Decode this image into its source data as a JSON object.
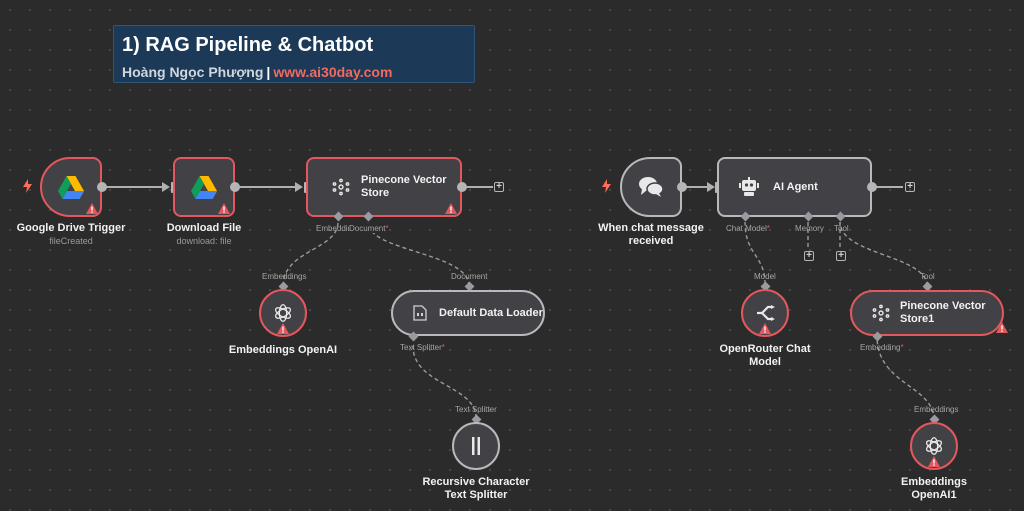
{
  "sticky": {
    "title": "1) RAG Pipeline & Chatbot",
    "author": "Hoàng Ngọc Phượng",
    "separator": "|",
    "website": "www.ai30day.com"
  },
  "nodes": {
    "google_drive_trigger": {
      "title": "Google Drive Trigger",
      "subtitle": "fileCreated",
      "icon": "google-drive-icon"
    },
    "download_file": {
      "title": "Download File",
      "subtitle": "download: file",
      "icon": "google-drive-icon"
    },
    "pinecone_store": {
      "title_line1": "Pinecone Vector",
      "title_line2": "Store",
      "icon": "pinecone-icon"
    },
    "embeddings_openai": {
      "title": "Embeddings OpenAI",
      "icon": "openai-icon"
    },
    "data_loader": {
      "title": "Default Data Loader",
      "icon": "document-loader-icon"
    },
    "text_splitter": {
      "title_line1": "Recursive Character",
      "title_line2": "Text Splitter",
      "icon": "splitter-icon"
    },
    "chat_trigger": {
      "title_line1": "When chat message",
      "title_line2": "received",
      "icon": "chat-bubbles-icon"
    },
    "ai_agent": {
      "title": "AI Agent",
      "icon": "robot-icon"
    },
    "openrouter_model": {
      "title_line1": "OpenRouter Chat",
      "title_line2": "Model",
      "icon": "openrouter-icon"
    },
    "pinecone_store1": {
      "title_line1": "Pinecone Vector",
      "title_line2": "Store1",
      "icon": "pinecone-icon"
    },
    "embeddings_openai1": {
      "title_line1": "Embeddings",
      "title_line2": "OpenAI1",
      "icon": "openai-icon"
    }
  },
  "ports": {
    "pinecone_embedding": "Embedding",
    "pinecone_document": "Document",
    "embeddings_out": "Embeddings",
    "loader_in": "Document",
    "loader_text_splitter": "Text Splitter",
    "splitter_out": "Text Splitter",
    "agent_chat_model": "Chat Model",
    "agent_memory": "Memory",
    "agent_tool": "Tool",
    "model_out": "Model",
    "tool_out": "Tool",
    "store1_embedding": "Embedding",
    "embeddings1_out": "Embeddings",
    "required_marker": "*"
  },
  "colors": {
    "canvas": "#2b2b2b",
    "node_bg": "#414146",
    "error_border": "#e3585d",
    "sticky_bg": "#1c3a58",
    "link": "#f06a5f",
    "trigger_bolt": "#ff6d5a"
  }
}
